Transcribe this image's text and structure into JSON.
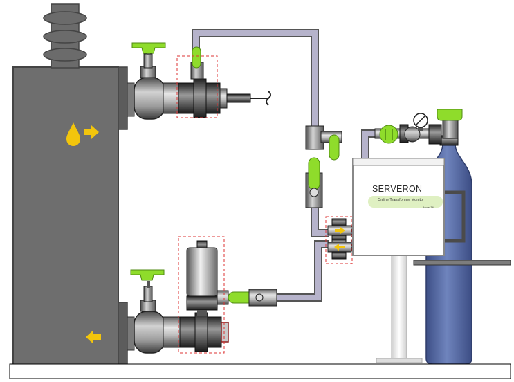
{
  "monitor": {
    "brand": "SERVERON",
    "subtitle": "Online Transformer Monitor",
    "model": "Model TM"
  },
  "colors": {
    "transformer": "#6e6e6e",
    "valve_handle": "#8fdc2b",
    "flow_arrow": "#f2c50c",
    "tubing": "#b6b3cb",
    "cylinder": "#4f649e",
    "monitor_band": "#dff0c2"
  },
  "icons": [
    "oil-drop-icon",
    "arrow-right-icon",
    "arrow-left-icon",
    "pressure-gauge-icon",
    "probe-icon"
  ]
}
